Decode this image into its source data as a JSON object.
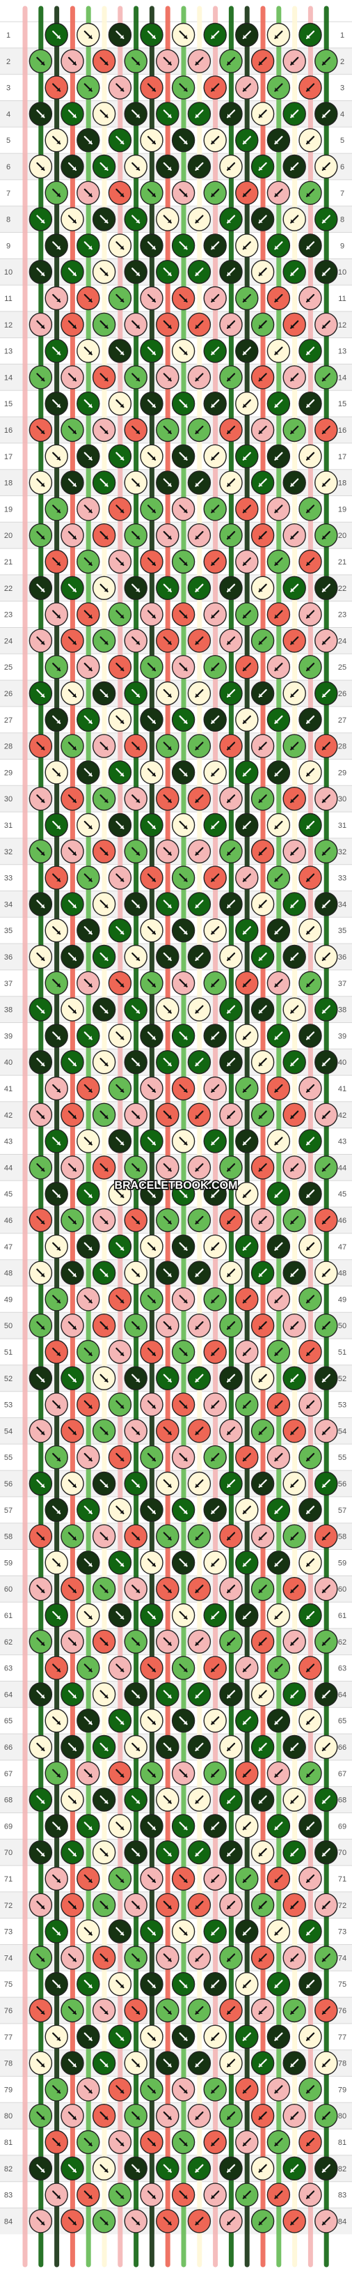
{
  "watermark": "BRACELETBOOK.COM",
  "row_count": 84,
  "string_count": 20,
  "knots_per_odd_row": 9,
  "knots_per_even_row": 10,
  "colors": {
    "light_green": "#66bb55",
    "cream": "#fff8d8",
    "salmon": "#ee6655",
    "dark_green": "#116611",
    "pink": "#f4b6b6",
    "black_green": "#163312",
    "grid_line": "#d8d8d8",
    "row_stripe": "#f2f2f2",
    "row_number": "#555555",
    "knot_stroke": "#222222",
    "arrow": "#111111"
  },
  "icons": {
    "forward_knot": "arrow-down-right",
    "backward_knot": "arrow-down-left",
    "forward_backward_knot": "arrow-right-then-down",
    "backward_forward_knot": "arrow-left-then-down"
  },
  "legend_note": ""
}
